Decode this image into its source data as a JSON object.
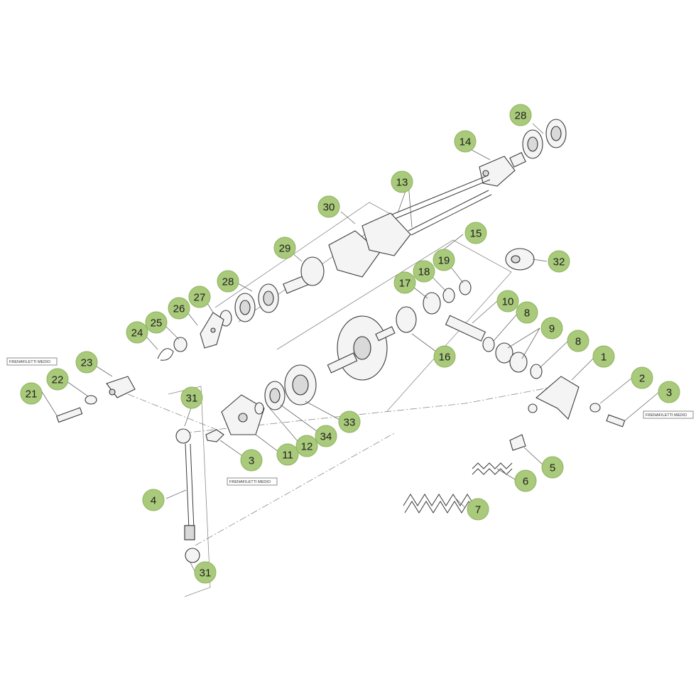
{
  "callouts": [
    {
      "id": "c1",
      "label": "1"
    },
    {
      "id": "c2",
      "label": "2"
    },
    {
      "id": "c3a",
      "label": "3"
    },
    {
      "id": "c3b",
      "label": "3"
    },
    {
      "id": "c4",
      "label": "4"
    },
    {
      "id": "c5",
      "label": "5"
    },
    {
      "id": "c6",
      "label": "6"
    },
    {
      "id": "c7",
      "label": "7"
    },
    {
      "id": "c8a",
      "label": "8"
    },
    {
      "id": "c8b",
      "label": "8"
    },
    {
      "id": "c9",
      "label": "9"
    },
    {
      "id": "c10",
      "label": "10"
    },
    {
      "id": "c11",
      "label": "11"
    },
    {
      "id": "c12",
      "label": "12"
    },
    {
      "id": "c13",
      "label": "13"
    },
    {
      "id": "c14",
      "label": "14"
    },
    {
      "id": "c15",
      "label": "15"
    },
    {
      "id": "c16",
      "label": "16"
    },
    {
      "id": "c17",
      "label": "17"
    },
    {
      "id": "c18",
      "label": "18"
    },
    {
      "id": "c19",
      "label": "19"
    },
    {
      "id": "c21",
      "label": "21"
    },
    {
      "id": "c22",
      "label": "22"
    },
    {
      "id": "c23",
      "label": "23"
    },
    {
      "id": "c24",
      "label": "24"
    },
    {
      "id": "c25",
      "label": "25"
    },
    {
      "id": "c26",
      "label": "26"
    },
    {
      "id": "c27",
      "label": "27"
    },
    {
      "id": "c28a",
      "label": "28"
    },
    {
      "id": "c28b",
      "label": "28"
    },
    {
      "id": "c29",
      "label": "29"
    },
    {
      "id": "c30",
      "label": "30"
    },
    {
      "id": "c31a",
      "label": "31"
    },
    {
      "id": "c31b",
      "label": "31"
    },
    {
      "id": "c32",
      "label": "32"
    },
    {
      "id": "c33",
      "label": "33"
    },
    {
      "id": "c34",
      "label": "34"
    }
  ],
  "notes": {
    "left": "FRENAFILETTI MEDIO",
    "center": "FRENAFILETTI MEDIO",
    "right": "FRENAFILETTI MEDIO"
  },
  "colors": {
    "callout_fill": "#a9c97b",
    "line": "#3a3a3a"
  }
}
